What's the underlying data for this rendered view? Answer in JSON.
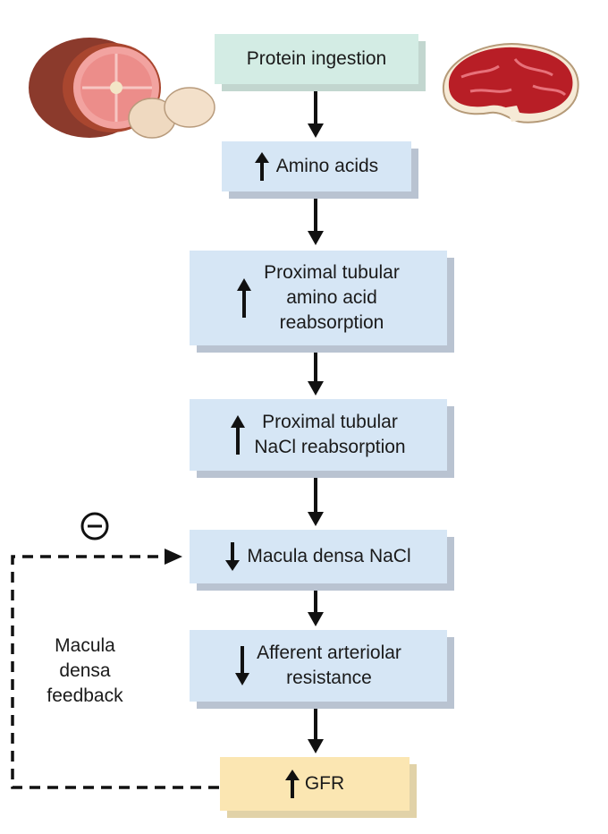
{
  "flow": {
    "protein": "Protein ingestion",
    "amino": "Amino acids",
    "proximal_aa": [
      "Proximal tubular",
      "amino acid",
      "reabsorption"
    ],
    "proximal_nacl": [
      "Proximal tubular",
      "NaCl reabsorption"
    ],
    "macula": "Macula densa NaCl",
    "afferent": [
      "Afferent arteriolar",
      "resistance"
    ],
    "gfr": "GFR"
  },
  "feedback": {
    "label": [
      "Macula",
      "densa",
      "feedback"
    ],
    "sign": "−"
  },
  "colors": {
    "blue_box": "#d6e6f5",
    "green_box": "#d3ece4",
    "yellow_box": "#fbe6b2",
    "arrow": "#111111"
  },
  "icons": {
    "ham_eggs": "ham-and-eggs-illustration",
    "steak": "steak-illustration"
  }
}
